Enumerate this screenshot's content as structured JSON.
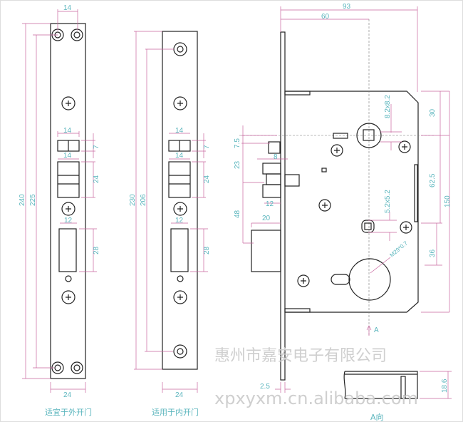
{
  "left_plate": {
    "caption": "适宜于外开门",
    "dims": {
      "top_width": "14",
      "total": "240",
      "hole_span": "225",
      "latch_w1": "14",
      "latch_h1": "7",
      "latch_w2": "14",
      "latch_h2": "24",
      "slot_w": "12",
      "slot_h": "28",
      "bottom_width": "24"
    }
  },
  "middle_plate": {
    "caption": "适用于内开门",
    "dims": {
      "total": "230",
      "hole_span": "206",
      "latch_w1": "14",
      "latch_h1": "7",
      "latch_w2": "14",
      "latch_h2": "24",
      "slot_w": "12",
      "slot_h": "28",
      "bottom_width": "24"
    }
  },
  "lock_body": {
    "dims": {
      "width": "93",
      "backset": "60",
      "d7_5": "7.5",
      "d23": "23",
      "d8": "8",
      "d12": "12",
      "d48": "48",
      "d20": "20",
      "spindle": "8.2x8.2",
      "d30": "30",
      "d62_5": "62.5",
      "d150": "150",
      "aux": "5.2x5.2",
      "d36": "36",
      "cyl": "M29*0.7",
      "face": "2.5",
      "view_arrow": "A"
    }
  },
  "view_a": {
    "caption": "A向",
    "height": "18.6"
  },
  "watermark": {
    "company": "惠州市嘉安电子有限公司",
    "site": "xpxyxm.cn.alibaba.com"
  }
}
